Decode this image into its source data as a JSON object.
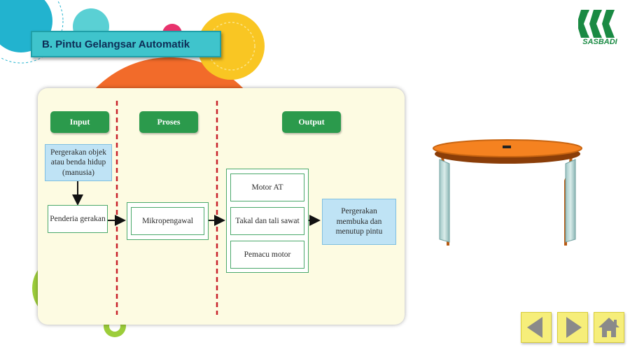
{
  "slide": {
    "title": "B. Pintu Gelangsar Automatik"
  },
  "logo": {
    "text": "SASBADI"
  },
  "diagram": {
    "headers": {
      "input": "Input",
      "process": "Proses",
      "output": "Output"
    },
    "nodes": {
      "movement": "Pergerakan objek atau benda hidup (manusia)",
      "sensor": "Penderia gerakan",
      "microcontroller": "Mikropengawal",
      "motor_at": "Motor AT",
      "pulley": "Takal dan tali sawat",
      "motor_driver": "Pemacu motor",
      "door_movement": "Pergerakan membuka dan menutup pintu"
    }
  },
  "nav": {
    "prev": "left-arrow-icon",
    "next": "right-arrow-icon",
    "home": "home-icon"
  },
  "colors": {
    "banner": "#3fc4cc",
    "header_green": "#2b9a4c",
    "nav_yellow": "#f6ee7a",
    "divider_red": "#c8202a",
    "door_orange": "#f58220"
  }
}
